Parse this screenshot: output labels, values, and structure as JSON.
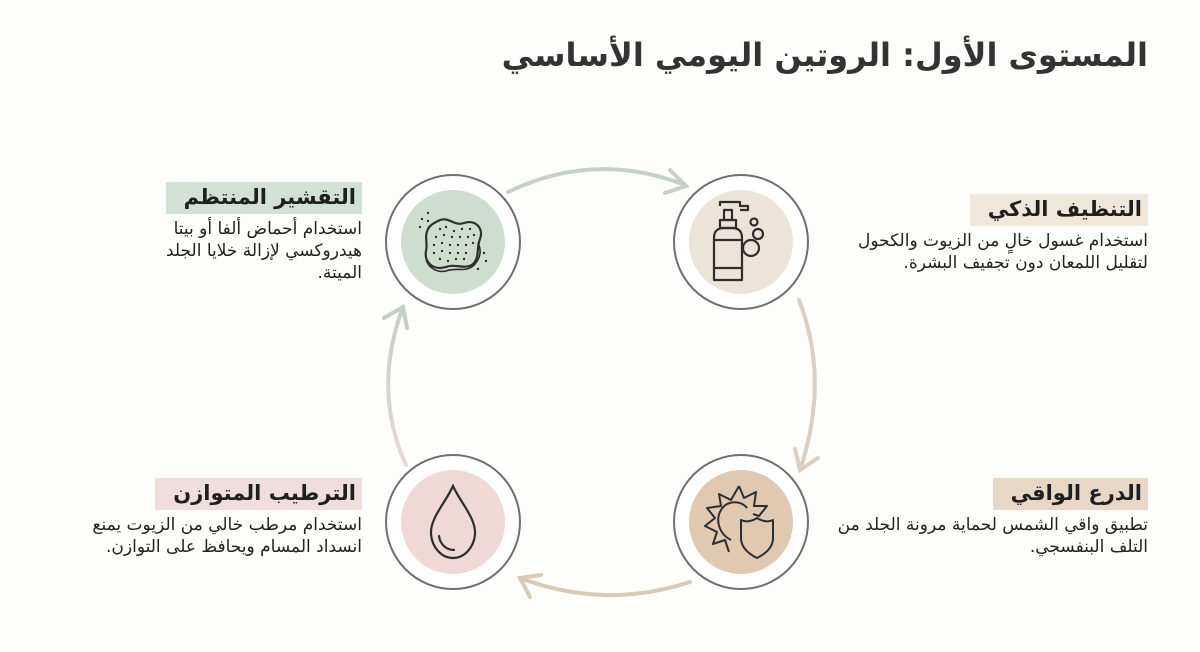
{
  "title": "المستوى الأول: الروتين اليومي الأساسي",
  "colors": {
    "background": "#fdfdfb",
    "circle_border": "#6f6f6f",
    "cleanse_fill": "#ece4da",
    "exfoliate_fill": "#cfdcd0",
    "protect_fill": "#e0c9b0",
    "moisturize_fill": "#efd8d6",
    "arrow_green": "#c3cfc6",
    "arrow_beige": "#d8cab9",
    "arrow_pink": "#e6d3d1"
  },
  "steps": [
    {
      "id": "cleanse",
      "icon": "pump-bottle-icon",
      "title": "التنظيف الذكي",
      "description": "استخدام غسول خالٍ من الزيوت والكحول لتقليل اللمعان دون تجفيف البشرة."
    },
    {
      "id": "protect",
      "icon": "sun-shield-icon",
      "title": "الدرع الواقي",
      "description": "تطبيق واقي الشمس لحماية مرونة الجلد من التلف البنفسجي."
    },
    {
      "id": "moisturize",
      "icon": "water-drop-icon",
      "title": "الترطيب المتوازن",
      "description": "استخدام مرطب خالي من الزيوت يمنع انسداد المسام ويحافظ على التوازن."
    },
    {
      "id": "exfoliate",
      "icon": "sponge-icon",
      "title": "التقشير المنتظم",
      "description": "استخدام أحماض ألفا أو بيتا هيدروكسي لإزالة خلايا الجلد الميتة."
    }
  ]
}
